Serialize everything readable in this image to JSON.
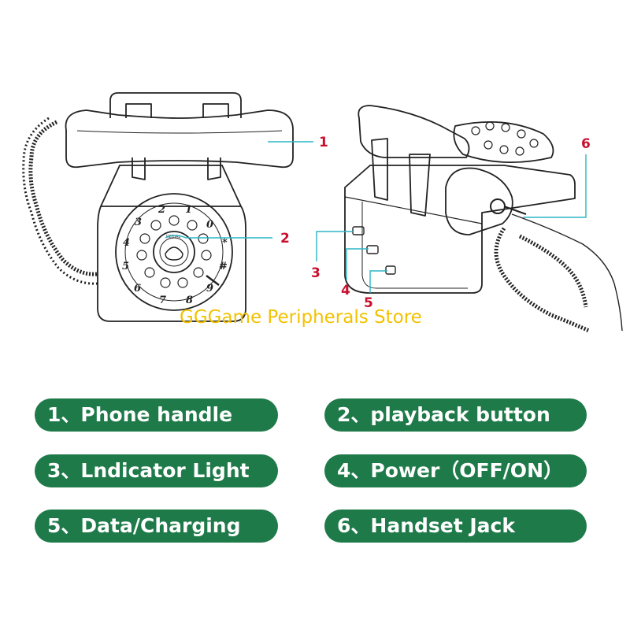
{
  "callouts": [
    {
      "number": "1"
    },
    {
      "number": "2"
    },
    {
      "number": "3"
    },
    {
      "number": "4"
    },
    {
      "number": "5"
    },
    {
      "number": "6"
    }
  ],
  "dial_digits": [
    "1",
    "2",
    "3",
    "4",
    "5",
    "6",
    "7",
    "8",
    "9",
    "0",
    "*",
    "#"
  ],
  "dial_label": "REDIAL",
  "watermark": "GGGame Peripherals Store",
  "legend_items": [
    {
      "label": "1、Phone handle"
    },
    {
      "label": "2、playback button"
    },
    {
      "label": "3、Lndicator Light"
    },
    {
      "label": "4、Power（OFF/ON）"
    },
    {
      "label": "5、Data/Charging"
    },
    {
      "label": "6、Handset Jack"
    }
  ],
  "colors": {
    "pill": "#1f7a4a",
    "callout": "#c8102e",
    "callout_line": "#2bb5c6",
    "watermark": "#f2c200"
  }
}
